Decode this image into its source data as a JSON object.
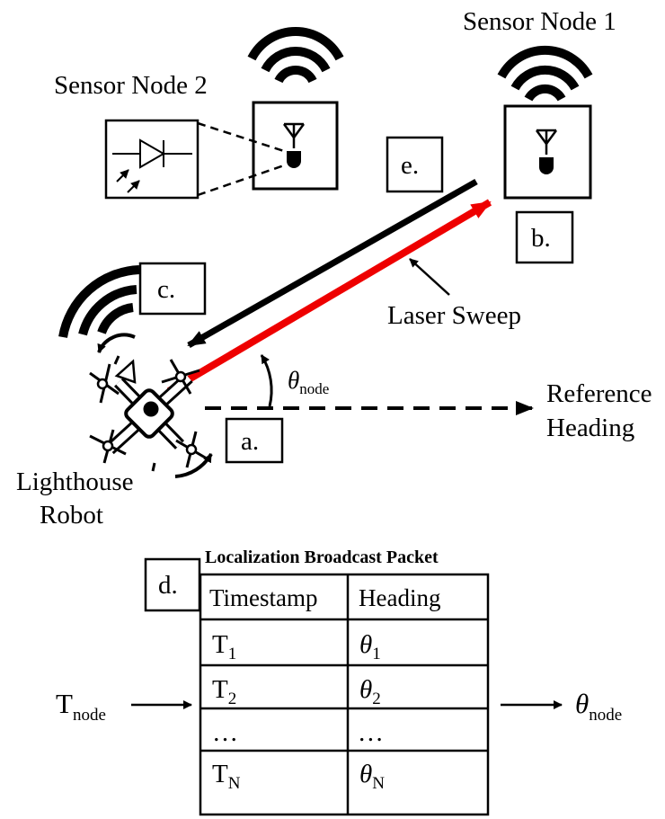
{
  "sensor_node_1": {
    "title": "Sensor Node 1"
  },
  "sensor_node_2": {
    "title": "Sensor Node 2"
  },
  "robot": {
    "line1": "Lighthouse",
    "line2": "Robot"
  },
  "laser_sweep": {
    "label": "Laser Sweep"
  },
  "reference": {
    "line1": "Reference",
    "line2": "Heading"
  },
  "theta_node": {
    "symbol": "θ",
    "subscript": "node"
  },
  "markers": {
    "a": "a.",
    "b": "b.",
    "c": "c.",
    "d": "d.",
    "e": "e."
  },
  "packet": {
    "title": "Localization Broadcast Packet",
    "headers": [
      "Timestamp",
      "Heading"
    ],
    "rows": [
      {
        "t": "T",
        "t_sub": "1",
        "h": "θ",
        "h_sub": "1"
      },
      {
        "t": "T",
        "t_sub": "2",
        "h": "θ",
        "h_sub": "2"
      },
      {
        "t": "…",
        "t_sub": "",
        "h": "…",
        "h_sub": ""
      },
      {
        "t": "T",
        "t_sub": "N",
        "h": "θ",
        "h_sub": "N"
      }
    ]
  },
  "input": {
    "symbol": "T",
    "subscript": "node"
  },
  "output": {
    "symbol": "θ",
    "subscript": "node"
  },
  "colors": {
    "laser": "#ee0000",
    "ink": "#000000"
  }
}
